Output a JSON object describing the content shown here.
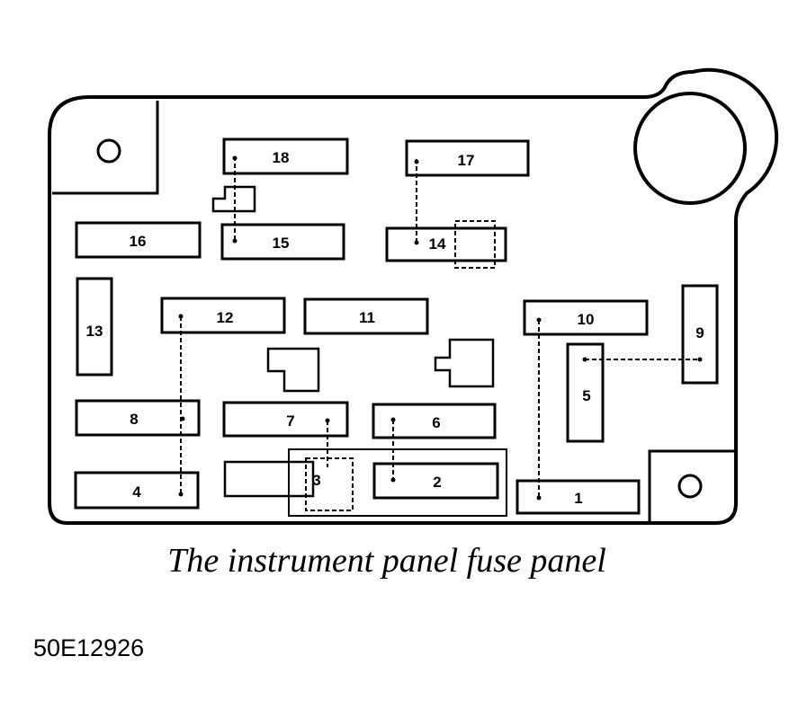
{
  "caption": "The instrument panel fuse panel",
  "figure_id": "50E12926",
  "fuses": [
    {
      "id": "fuse-1",
      "label": "1"
    },
    {
      "id": "fuse-2",
      "label": "2"
    },
    {
      "id": "fuse-3",
      "label": "3"
    },
    {
      "id": "fuse-4",
      "label": "4"
    },
    {
      "id": "fuse-5",
      "label": "5"
    },
    {
      "id": "fuse-6",
      "label": "6"
    },
    {
      "id": "fuse-7",
      "label": "7"
    },
    {
      "id": "fuse-8",
      "label": "8"
    },
    {
      "id": "fuse-9",
      "label": "9"
    },
    {
      "id": "fuse-10",
      "label": "10"
    },
    {
      "id": "fuse-11",
      "label": "11"
    },
    {
      "id": "fuse-12",
      "label": "12"
    },
    {
      "id": "fuse-13",
      "label": "13"
    },
    {
      "id": "fuse-14",
      "label": "14"
    },
    {
      "id": "fuse-15",
      "label": "15"
    },
    {
      "id": "fuse-16",
      "label": "16"
    },
    {
      "id": "fuse-17",
      "label": "17"
    },
    {
      "id": "fuse-18",
      "label": "18"
    }
  ],
  "connections": [
    {
      "from": "fuse-18",
      "to": "fuse-15"
    },
    {
      "from": "fuse-17",
      "to": "fuse-14"
    },
    {
      "from": "fuse-12",
      "to": "fuse-4"
    },
    {
      "from": "fuse-10",
      "to": "fuse-1"
    },
    {
      "from": "fuse-9",
      "to": "fuse-5"
    },
    {
      "from": "fuse-7",
      "to": "fuse-3"
    },
    {
      "from": "fuse-6",
      "to": "fuse-2"
    },
    {
      "from": "fuse-8",
      "to": "fuse-8"
    }
  ]
}
